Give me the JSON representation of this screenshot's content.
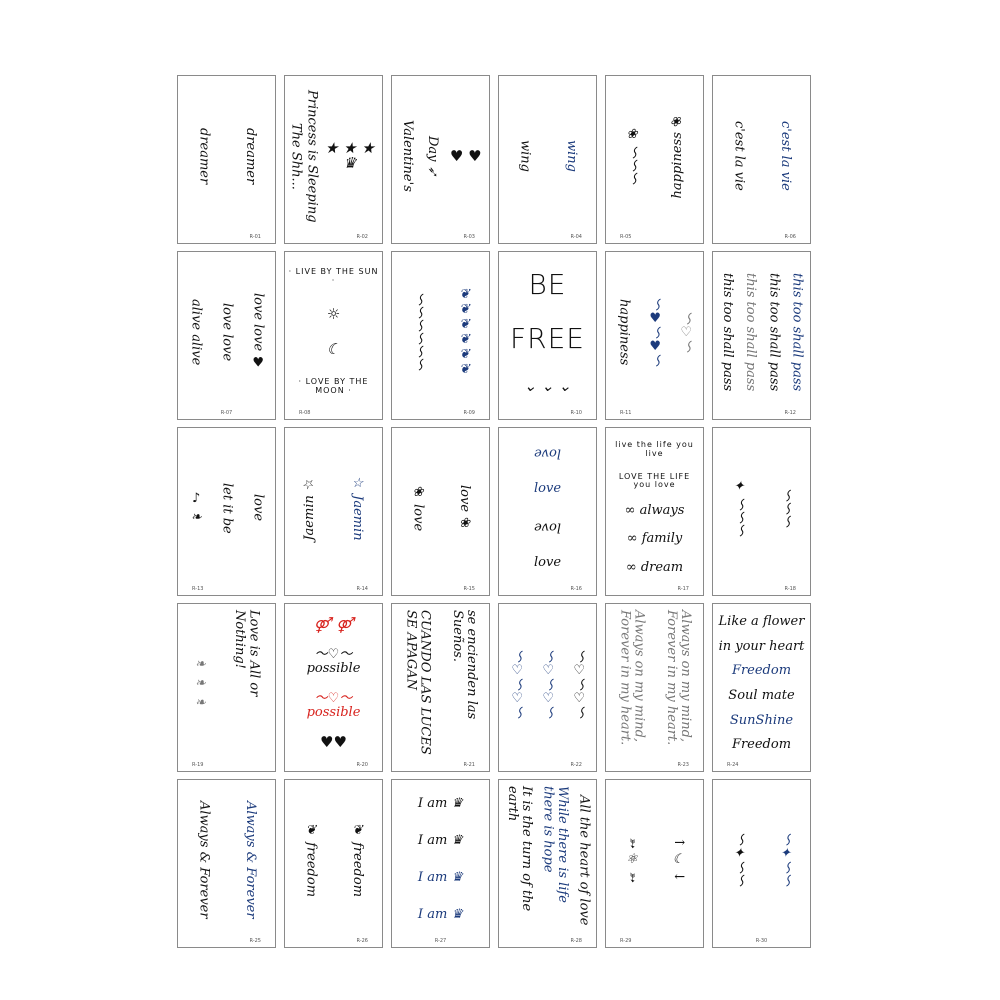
{
  "colors": {
    "black": "#111111",
    "navy": "#1c3b7c",
    "red": "#d8231e",
    "grey": "#777777"
  },
  "cards": [
    {
      "code": "R-01",
      "code_pos": "right",
      "v": [
        {
          "t": "dreamer",
          "c": "black"
        },
        {
          "t": "dreamer",
          "c": "black"
        }
      ],
      "h": []
    },
    {
      "code": "R-02",
      "code_pos": "right",
      "v": [
        {
          "t": "The Shh...",
          "c": "black"
        },
        {
          "t": "Princess is Sleeping",
          "c": "black"
        }
      ],
      "h": [
        {
          "t": "★ ★ ★ ♛",
          "c": "black",
          "k": "glyph"
        }
      ]
    },
    {
      "code": "R-03",
      "code_pos": "right",
      "v": [
        {
          "t": "Valentine's",
          "c": "black"
        },
        {
          "t": "Day ➶",
          "c": "black"
        }
      ],
      "h": [
        {
          "t": "♥ ♥",
          "c": "black",
          "k": "glyph"
        }
      ]
    },
    {
      "code": "R-04",
      "code_pos": "right",
      "v": [
        {
          "t": "wing",
          "c": "black"
        },
        {
          "t": "wing",
          "c": "navy"
        }
      ],
      "h": []
    },
    {
      "code": "R-05",
      "code_pos": "left",
      "v": [
        {
          "t": "❀ ～～～",
          "c": "black"
        },
        {
          "t": "happiness ❀",
          "c": "black",
          "flip": true
        }
      ],
      "h": []
    },
    {
      "code": "R-06",
      "code_pos": "right",
      "v": [
        {
          "t": "c'est la vie",
          "c": "black"
        },
        {
          "t": "c'est la vie",
          "c": "navy"
        }
      ],
      "h": []
    },
    {
      "code": "R-07",
      "code_pos": "center",
      "v": [
        {
          "t": "alive alive",
          "c": "black"
        },
        {
          "t": "love love",
          "c": "black"
        },
        {
          "t": "love love ♥",
          "c": "black"
        }
      ],
      "h": []
    },
    {
      "code": "R-08",
      "code_pos": "left",
      "v": [],
      "h": [
        {
          "t": "· LIVE BY THE SUN ·",
          "c": "black",
          "k": "caps"
        },
        {
          "t": "☼",
          "c": "black",
          "k": "glyph"
        },
        {
          "t": "☾",
          "c": "black",
          "k": "glyph"
        },
        {
          "t": "· LOVE BY THE MOON ·",
          "c": "black",
          "k": "caps"
        }
      ]
    },
    {
      "code": "R-09",
      "code_pos": "right",
      "v": [
        {
          "t": "～～～～～～",
          "c": "black"
        },
        {
          "t": "❦❦❦❦❦❦",
          "c": "navy"
        }
      ],
      "h": []
    },
    {
      "code": "R-10",
      "code_pos": "right",
      "v": [],
      "h": [
        {
          "t": "BE",
          "c": "black",
          "k": "big"
        },
        {
          "t": "FREE",
          "c": "black",
          "k": "big"
        },
        {
          "t": "⌄ ⌄ ⌄",
          "c": "black",
          "k": "glyph"
        }
      ]
    },
    {
      "code": "R-11",
      "code_pos": "left",
      "v": [
        {
          "t": "happiness",
          "c": "black"
        },
        {
          "t": "～♥～♥～",
          "c": "navy"
        },
        {
          "t": "～♡～",
          "c": "grey"
        }
      ],
      "h": []
    },
    {
      "code": "R-12",
      "code_pos": "right",
      "v": [
        {
          "t": "this too shall pass",
          "c": "black"
        },
        {
          "t": "this too shall pass",
          "c": "grey"
        },
        {
          "t": "this too shall pass",
          "c": "black"
        },
        {
          "t": "this too shall pass",
          "c": "navy"
        }
      ],
      "h": []
    },
    {
      "code": "R-13",
      "code_pos": "left",
      "v": [
        {
          "t": "♪ ❧",
          "c": "black"
        },
        {
          "t": "let it be",
          "c": "black"
        },
        {
          "t": "love",
          "c": "black"
        }
      ],
      "h": []
    },
    {
      "code": "R-14",
      "code_pos": "right",
      "v": [
        {
          "t": "Jaemin ☆",
          "c": "black",
          "flip": true
        },
        {
          "t": "☆ Jaemin",
          "c": "navy"
        }
      ],
      "h": []
    },
    {
      "code": "R-15",
      "code_pos": "right",
      "v": [
        {
          "t": "❀ love",
          "c": "black"
        },
        {
          "t": "love ❀",
          "c": "black"
        }
      ],
      "h": []
    },
    {
      "code": "R-16",
      "code_pos": "right",
      "v": [],
      "h": [
        {
          "t": "love",
          "c": "navy",
          "flip": true
        },
        {
          "t": "love",
          "c": "navy"
        },
        {
          "t": "love",
          "c": "black",
          "flip": true
        },
        {
          "t": "love",
          "c": "black"
        }
      ]
    },
    {
      "code": "R-17",
      "code_pos": "right",
      "v": [],
      "h": [
        {
          "t": "live the life you live",
          "c": "black",
          "k": "caps"
        },
        {
          "t": "LOVE THE LIFE you love",
          "c": "black",
          "k": "caps"
        },
        {
          "t": "∞ always",
          "c": "black"
        },
        {
          "t": "∞ family",
          "c": "black"
        },
        {
          "t": "∞ dream",
          "c": "black"
        }
      ]
    },
    {
      "code": "R-18",
      "code_pos": "right",
      "v": [
        {
          "t": "✦ ～～～",
          "c": "black"
        },
        {
          "t": "～～～",
          "c": "black"
        }
      ],
      "h": []
    },
    {
      "code": "R-19",
      "code_pos": "left",
      "v": [
        {
          "t": "❧ ❧ ❧",
          "c": "grey"
        },
        {
          "t": "Love is All or Nothing!",
          "c": "black"
        }
      ],
      "h": []
    },
    {
      "code": "R-20",
      "code_pos": "right",
      "v": [],
      "h": [
        {
          "t": "⚤ ⚤",
          "c": "red",
          "k": "glyph"
        },
        {
          "t": "～♡～possible",
          "c": "black"
        },
        {
          "t": "～♡～possible",
          "c": "red"
        },
        {
          "t": "♥♥",
          "c": "black",
          "k": "glyph"
        }
      ]
    },
    {
      "code": "R-21",
      "code_pos": "right",
      "v": [
        {
          "t": "CUANDO LAS LUCES SE APAGAN",
          "c": "black"
        },
        {
          "t": "se encienden las Sueños.",
          "c": "black"
        }
      ],
      "h": []
    },
    {
      "code": "R-22",
      "code_pos": "right",
      "v": [
        {
          "t": "～♡～♡～",
          "c": "navy"
        },
        {
          "t": "～♡～♡～",
          "c": "navy"
        },
        {
          "t": "～♡～♡～",
          "c": "black"
        }
      ],
      "h": []
    },
    {
      "code": "R-23",
      "code_pos": "right",
      "v": [
        {
          "t": "Always on my mind, Forever in my heart.",
          "c": "grey"
        },
        {
          "t": "Always on my mind, Forever in my heart.",
          "c": "grey"
        }
      ],
      "h": []
    },
    {
      "code": "R-24",
      "code_pos": "left",
      "v": [],
      "h": [
        {
          "t": "Like a flower",
          "c": "black"
        },
        {
          "t": "in your heart",
          "c": "black"
        },
        {
          "t": "Freedom",
          "c": "navy"
        },
        {
          "t": "Soul mate",
          "c": "black"
        },
        {
          "t": "SunShine",
          "c": "navy"
        },
        {
          "t": "Freedom",
          "c": "black"
        }
      ]
    },
    {
      "code": "R-25",
      "code_pos": "right",
      "v": [
        {
          "t": "Always & Forever",
          "c": "black"
        },
        {
          "t": "Always & Forever",
          "c": "navy"
        }
      ],
      "h": []
    },
    {
      "code": "R-26",
      "code_pos": "right",
      "v": [
        {
          "t": "❦ freedom",
          "c": "black"
        },
        {
          "t": "❦ freedom",
          "c": "black"
        }
      ],
      "h": []
    },
    {
      "code": "R-27",
      "code_pos": "center",
      "v": [],
      "h": [
        {
          "t": "I am ♛",
          "c": "black"
        },
        {
          "t": "I am ♛",
          "c": "black"
        },
        {
          "t": "I am ♛",
          "c": "navy"
        },
        {
          "t": "I am ♛",
          "c": "navy"
        }
      ]
    },
    {
      "code": "R-28",
      "code_pos": "right",
      "v": [
        {
          "t": "It is the turn of the earth",
          "c": "black"
        },
        {
          "t": "While there is life there is hope",
          "c": "navy"
        },
        {
          "t": "All the heart of love",
          "c": "black"
        }
      ],
      "h": []
    },
    {
      "code": "R-29",
      "code_pos": "left",
      "v": [
        {
          "t": "➳ ⚛ ➳",
          "c": "black"
        },
        {
          "t": "↑ ☾ ↓",
          "c": "black"
        }
      ],
      "h": []
    },
    {
      "code": "R-30",
      "code_pos": "center",
      "v": [
        {
          "t": "～✦～～",
          "c": "black"
        },
        {
          "t": "～✦～～",
          "c": "navy"
        }
      ],
      "h": []
    }
  ]
}
